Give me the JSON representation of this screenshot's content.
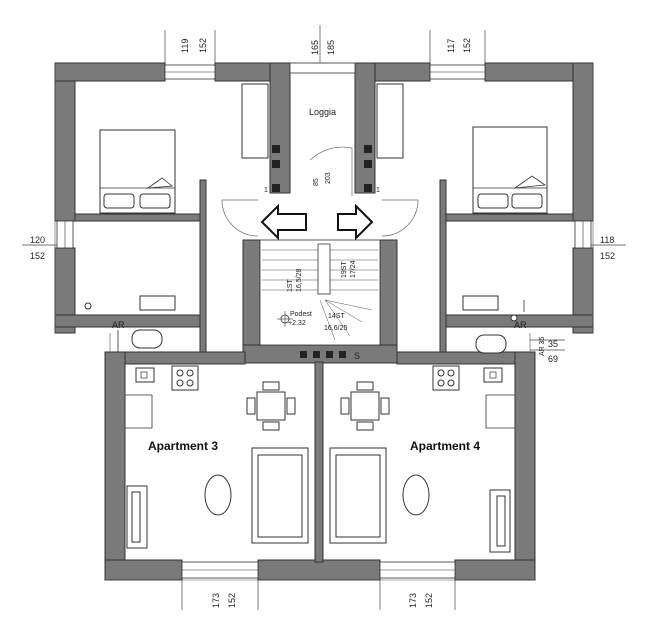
{
  "dimensions": {
    "top_left": [
      "119",
      "152"
    ],
    "top_center": [
      "165",
      "185"
    ],
    "top_right": [
      "117",
      "152"
    ],
    "left": [
      "120",
      "152"
    ],
    "right": [
      "118",
      "152"
    ],
    "bottom_left": [
      "173",
      "152"
    ],
    "bottom_right": [
      "173",
      "152"
    ],
    "right_small_a": "35",
    "right_small_b": "69",
    "right_ar_vertical": "AR 35",
    "door_85": "85",
    "door_203": "203"
  },
  "labels": {
    "loggia": "Loggia",
    "ar_left": "AR",
    "ar_right": "AR",
    "podest_name": "Podest",
    "podest_value": "+2.32",
    "stair_left_code": "1ST",
    "stair_left_count": "16,5/28",
    "stair_right_code": "19ST",
    "stair_right_count": "17/24",
    "stair_bottom_code": "14ST",
    "stair_bottom_count": "16,6/25",
    "s_mark": "S",
    "mark_1_left": "1",
    "mark_1_right": "1"
  },
  "apartments": [
    {
      "name": "Apartment 3"
    },
    {
      "name": "Apartment 4"
    }
  ]
}
